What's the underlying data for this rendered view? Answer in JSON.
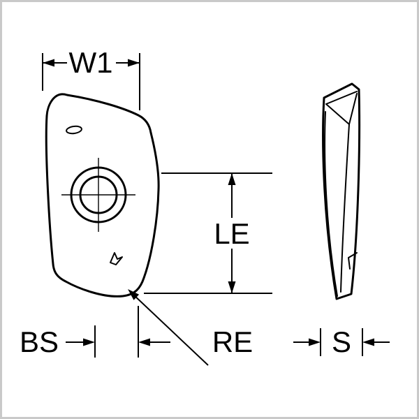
{
  "diagram": {
    "labels": {
      "w1": "W1",
      "le": "LE",
      "bs": "BS",
      "re": "RE",
      "s": "S"
    },
    "colors": {
      "insert": "#ffd200",
      "hole": "#ffffff",
      "outline": "#000000",
      "dimension": "#000000",
      "frame": "#c9c9c9",
      "background": "#ffffff"
    }
  }
}
